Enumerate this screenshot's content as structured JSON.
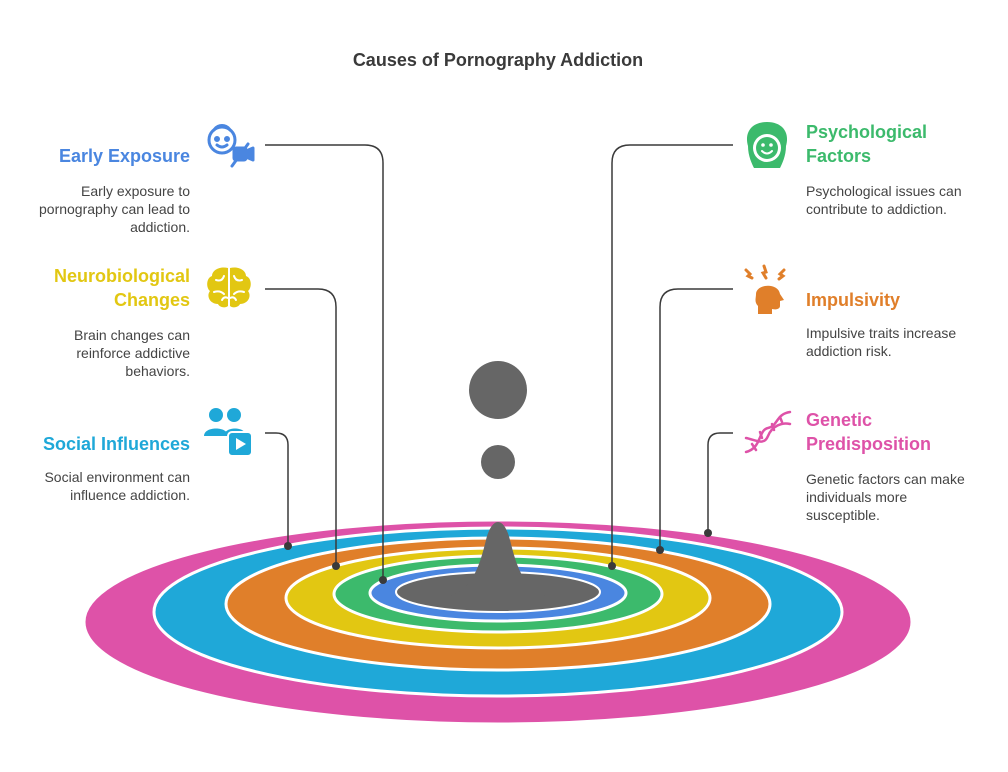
{
  "title": "Causes of Pornography Addiction",
  "colors": {
    "early_exposure": "#4a86e0",
    "neurobiological": "#e2c712",
    "social": "#1fa8d8",
    "psychological": "#3cba6c",
    "impulsivity": "#e07f2a",
    "genetic": "#de52a8",
    "core": "#666666"
  },
  "left": [
    {
      "title": "Early Exposure",
      "desc": "Early exposure to pornography can lead to addiction.",
      "icon": "child-camera-icon"
    },
    {
      "title": "Neurobiological Changes",
      "desc": "Brain changes can reinforce addictive behaviors.",
      "icon": "brain-icon"
    },
    {
      "title": "Social Influences",
      "desc": "Social environment can influence addiction.",
      "icon": "people-video-icon"
    }
  ],
  "right": [
    {
      "title": "Psychological Factors",
      "desc": "Psychological issues can contribute to addiction.",
      "icon": "face-icon"
    },
    {
      "title": "Impulsivity",
      "desc": "Impulsive traits increase addiction risk.",
      "icon": "head-burst-icon"
    },
    {
      "title": "Genetic Predisposition",
      "desc": "Genetic factors can make individuals more susceptible.",
      "icon": "dna-icon"
    }
  ]
}
